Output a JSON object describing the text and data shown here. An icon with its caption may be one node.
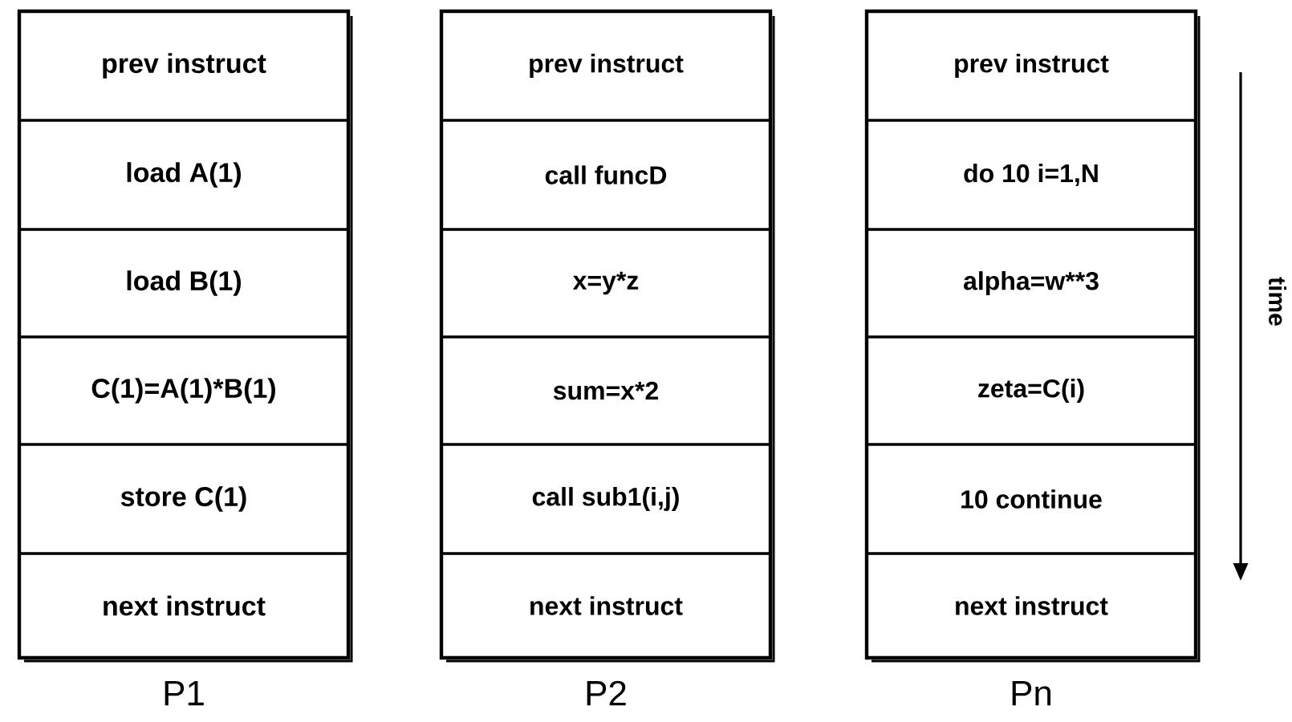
{
  "diagram": {
    "nodes": [
      {
        "text": [
          "P1"
        ]
      },
      {
        "text": [
          "prev instruct"
        ],
        "in": 0
      },
      {
        "text": [
          "load A(1)"
        ],
        "in": 0
      },
      {
        "text": [
          "load B(1)"
        ],
        "in": 0
      },
      {
        "text": [
          "C(1)=A(1)*B(1)"
        ],
        "in": 0
      },
      {
        "text": [
          "store C(1)"
        ],
        "in": 0
      },
      {
        "text": [
          "next instruct"
        ],
        "in": 0
      },
      {
        "text": [
          "P2"
        ]
      },
      {
        "text": [
          "prev instruct"
        ],
        "in": 7
      },
      {
        "text": [
          "call funcD"
        ],
        "in": 7
      },
      {
        "text": [
          "x=y*z"
        ],
        "in": 7
      },
      {
        "text": [
          "sum=x*2"
        ],
        "in": 7
      },
      {
        "text": [
          "call sub1(i,j)"
        ],
        "in": 7
      },
      {
        "text": [
          "next instruct"
        ],
        "in": 7
      },
      {
        "text": [
          "Pn"
        ]
      },
      {
        "text": [
          "prev instruct"
        ],
        "in": 14
      },
      {
        "text": [
          "do 10 i=1,N"
        ],
        "in": 14
      },
      {
        "text": [
          "alpha=w**3"
        ],
        "in": 14
      },
      {
        "text": [
          "zeta=C(i)"
        ],
        "in": 14
      },
      {
        "text": [
          "10 continue"
        ],
        "in": 14
      },
      {
        "text": [
          "next instruct"
        ],
        "in": 14
      }
    ],
    "labels": [
      "time"
    ]
  }
}
